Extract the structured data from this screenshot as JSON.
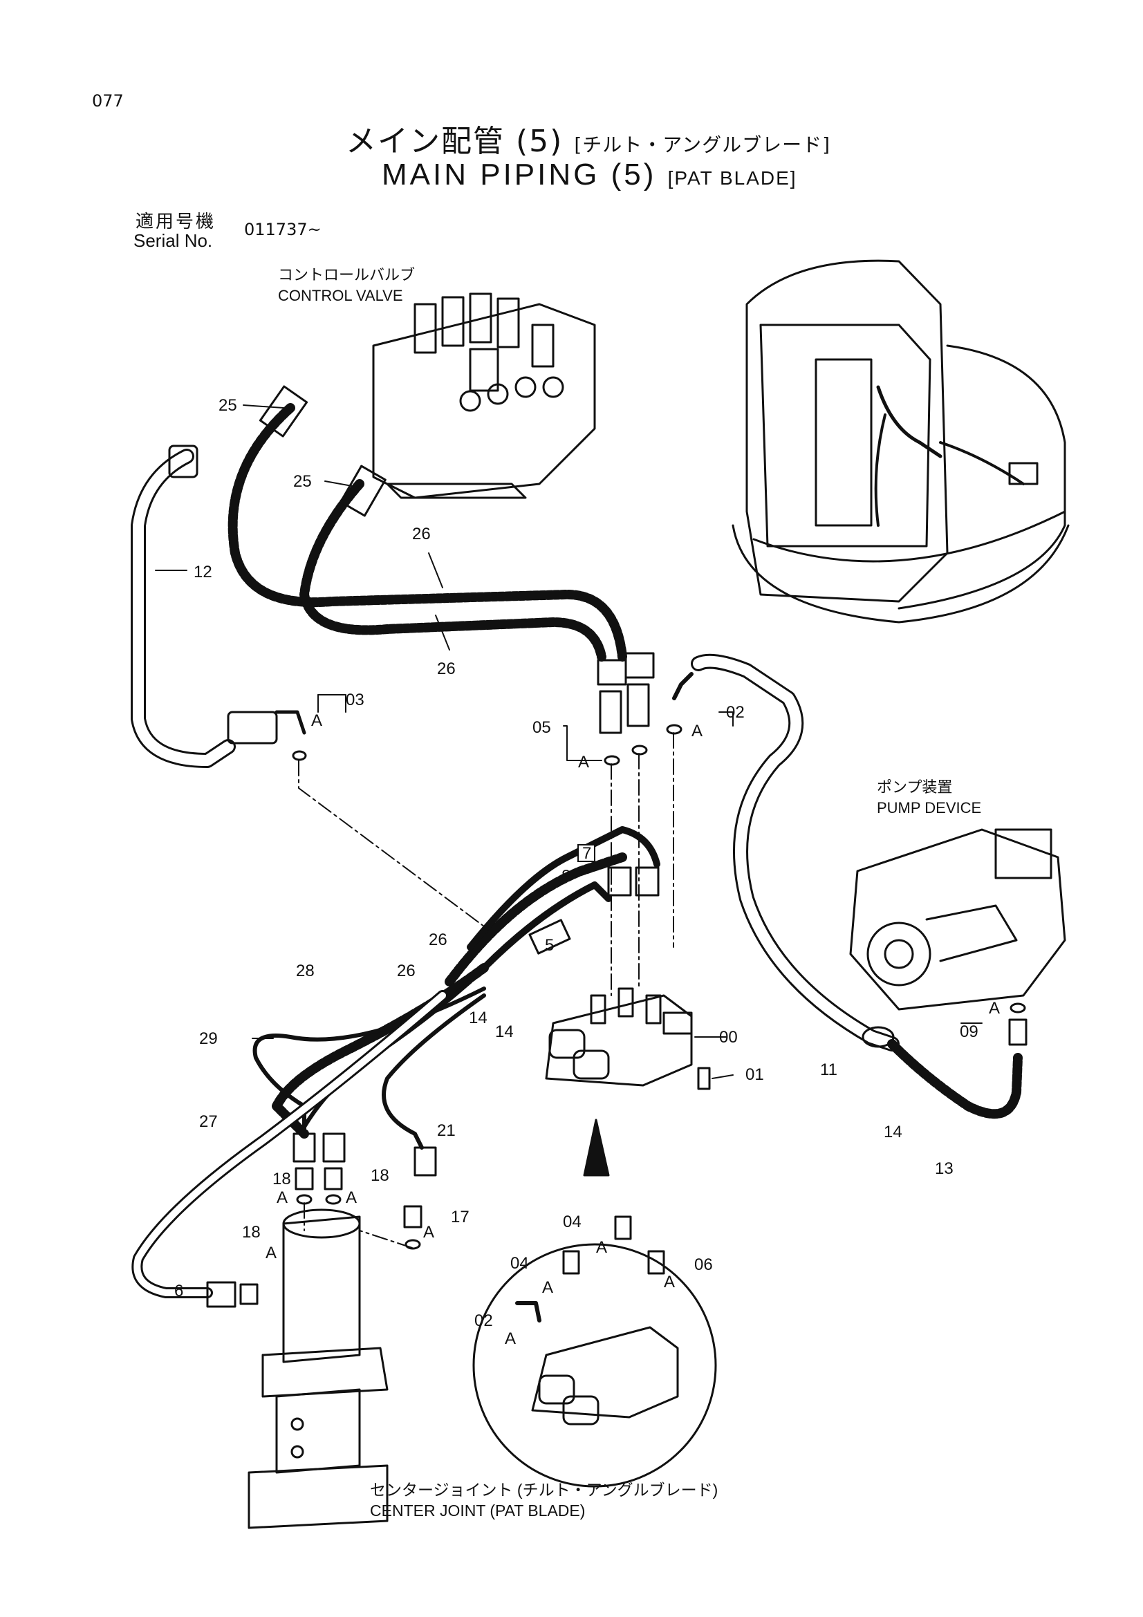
{
  "page_number": "077",
  "title": {
    "jp": "メイン配管 (5)",
    "jp_bracket": "[チルト・アングルブレード]",
    "en": "MAIN PIPING (5)",
    "en_bracket": "[PAT BLADE]"
  },
  "serial": {
    "label_jp": "適用号機",
    "label_en": "Serial No.",
    "value": "011737~"
  },
  "components": {
    "control_valve_jp": "コントロールバルブ",
    "control_valve_en": "CONTROL VALVE",
    "pump_device_jp": "ポンプ装置",
    "pump_device_en": "PUMP DEVICE",
    "center_joint_jp": "センタージョイント (チルト・アングルブレード)",
    "center_joint_en": "CENTER JOINT (PAT BLADE)"
  },
  "callouts": {
    "p00": "00",
    "p01": "01",
    "p02": "02",
    "p03": "03",
    "p04": "04",
    "p05": "05",
    "p06": "06",
    "p09": "09",
    "p11": "11",
    "p12": "12",
    "p13": "13",
    "p14": "14",
    "p17": "17",
    "p18": "18",
    "p21": "21",
    "p25": "25",
    "p26": "26",
    "p27": "27",
    "p28": "28",
    "p29": "29",
    "a": "A",
    "tag5": "5",
    "tag6": "6",
    "tag7": "7",
    "tag8": "8"
  }
}
